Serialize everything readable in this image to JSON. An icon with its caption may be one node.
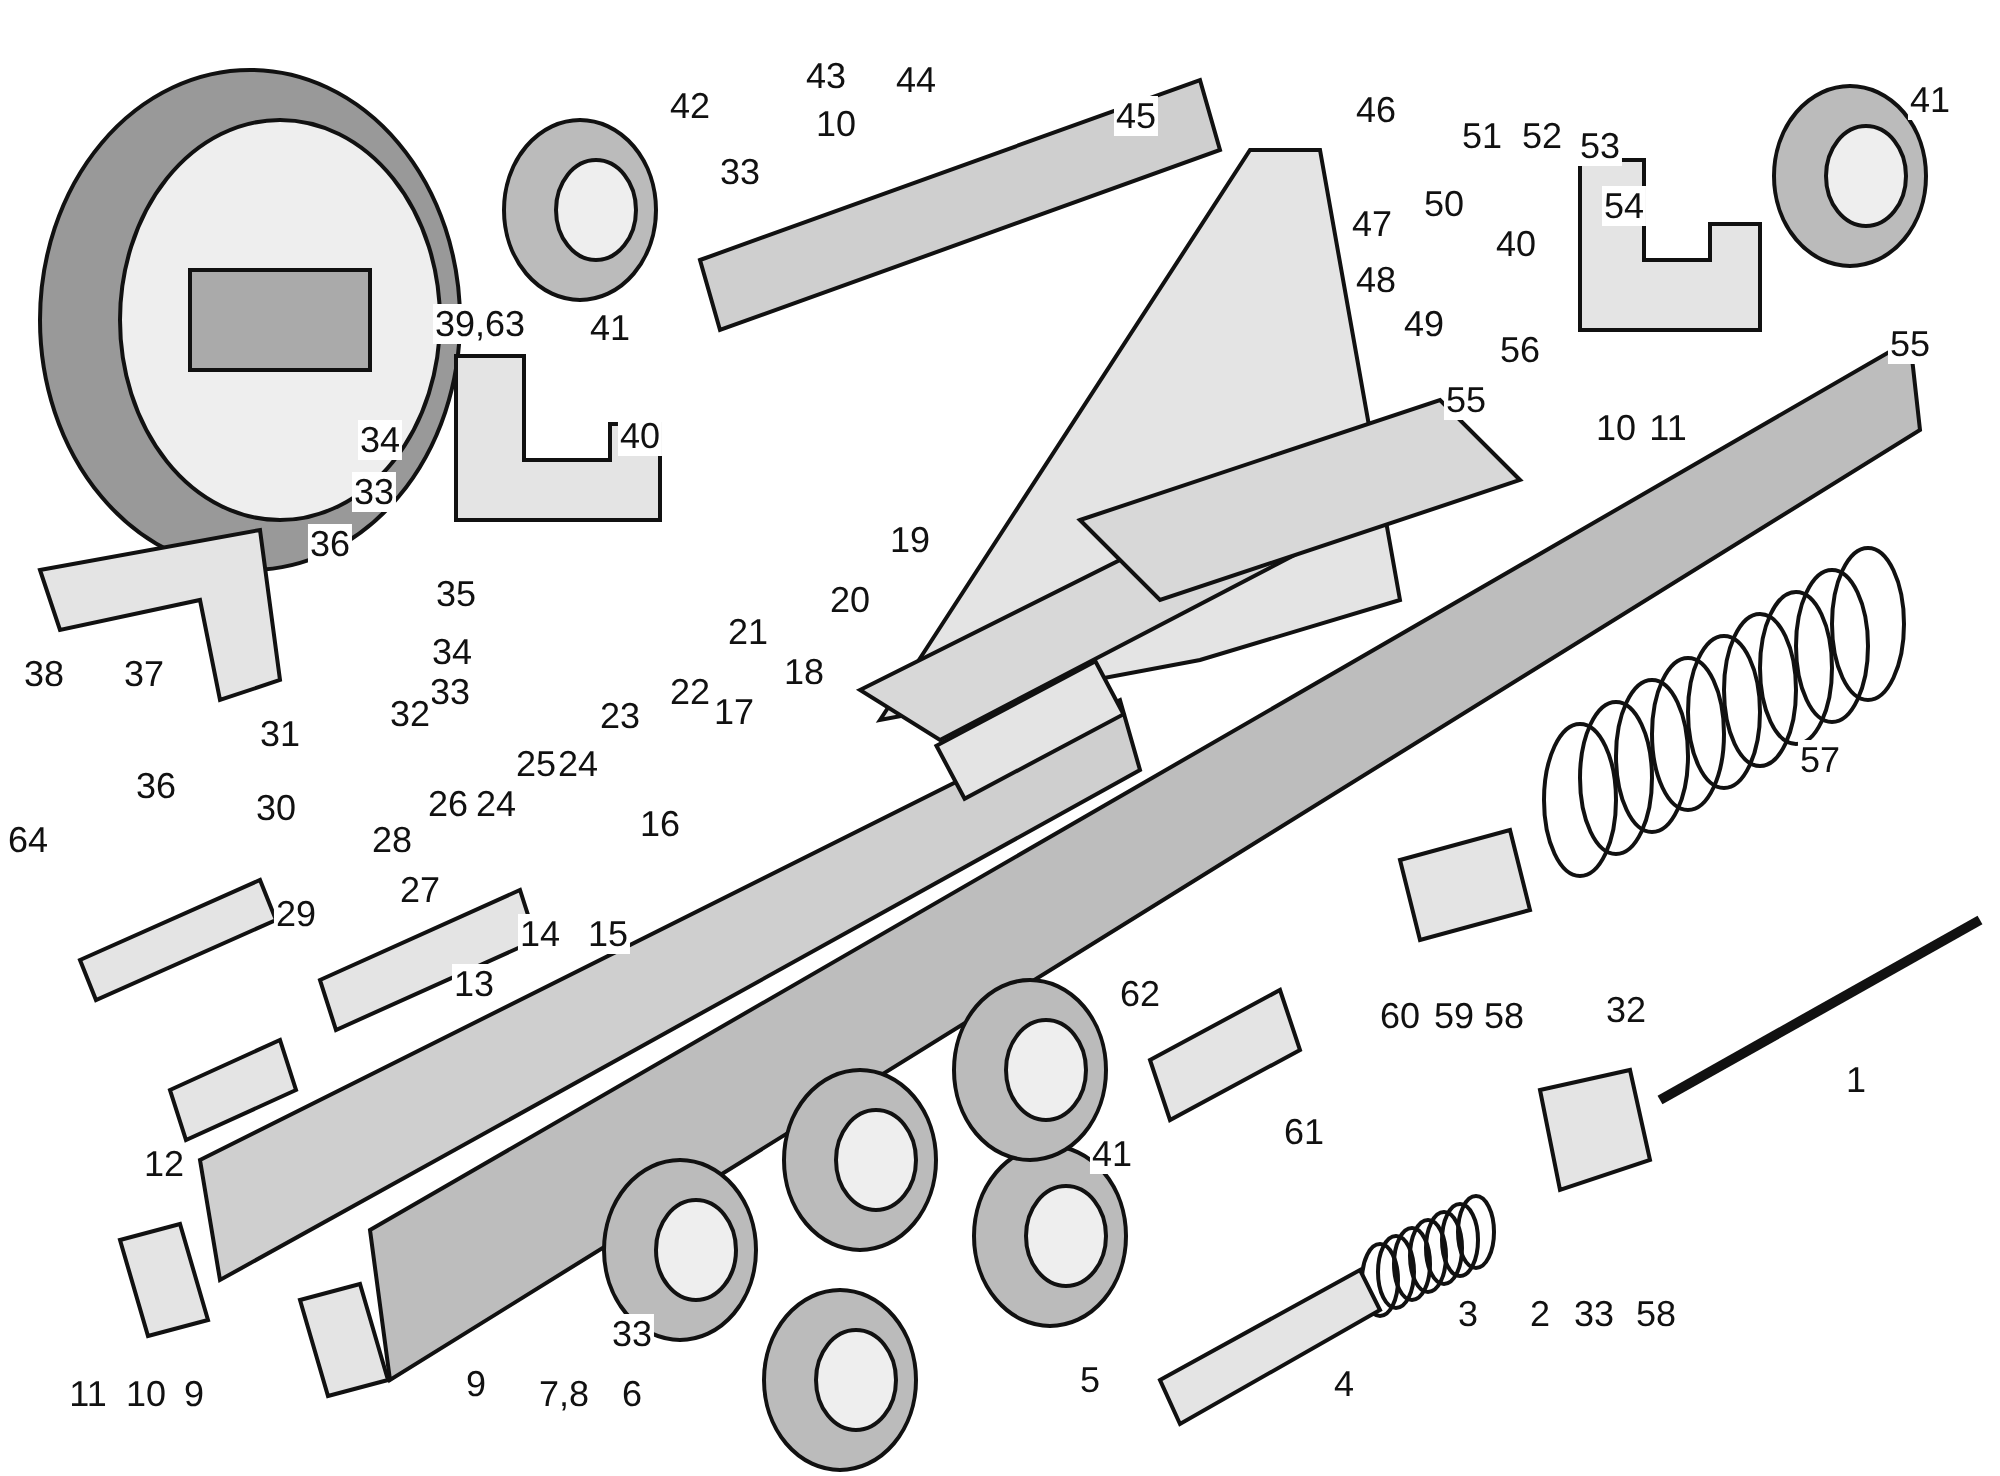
{
  "diagram": {
    "labels": [
      "43",
      "44",
      "42",
      "41",
      "45",
      "46",
      "10",
      "51",
      "52",
      "53",
      "33",
      "50",
      "54",
      "47",
      "40",
      "48",
      "49",
      "39,63",
      "41",
      "56",
      "55",
      "55",
      "10",
      "11",
      "40",
      "34",
      "33",
      "19",
      "36",
      "35",
      "20",
      "21",
      "34",
      "38",
      "37",
      "22",
      "18",
      "33",
      "32",
      "23",
      "17",
      "31",
      "24",
      "25",
      "57",
      "36",
      "24",
      "26",
      "30",
      "28",
      "16",
      "64",
      "27",
      "29",
      "14",
      "15",
      "13",
      "62",
      "60",
      "59",
      "58",
      "32",
      "1",
      "61",
      "12",
      "41",
      "3",
      "2",
      "33",
      "58",
      "33",
      "4",
      "5",
      "9",
      "7,8",
      "11",
      "10",
      "9",
      "6"
    ]
  }
}
